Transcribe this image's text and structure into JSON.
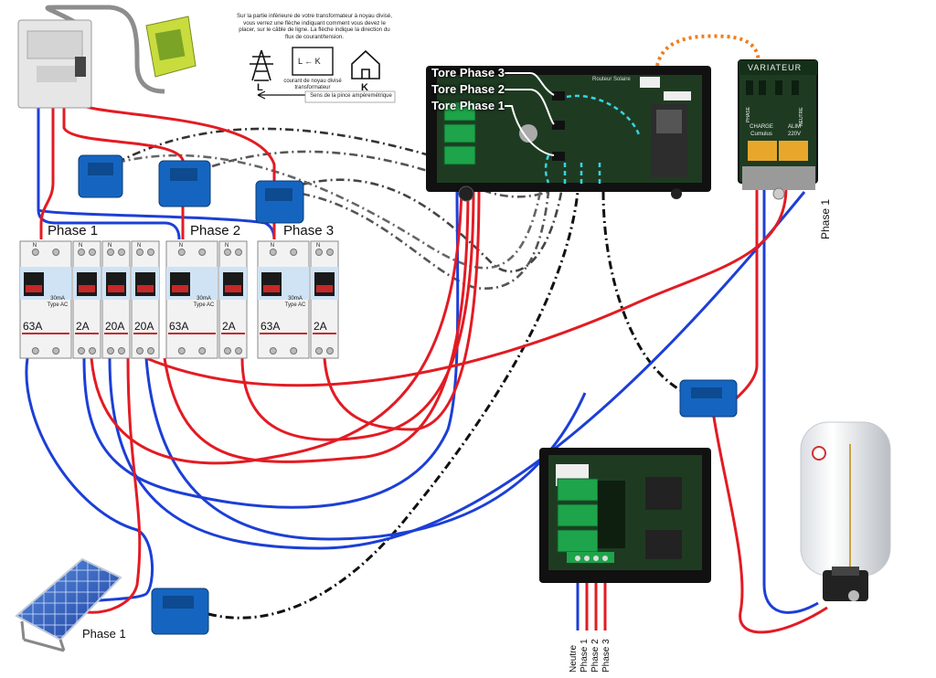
{
  "instructions": {
    "text": "Sur la partie inférieure de votre transformateur à noyau divisé, vous verrez une flèche indiquant comment vous devez le placer, sur le câble de ligne. La flèche indique la direction du flux de courant/tension.",
    "core_symbol": "L ← K",
    "core_caption": "courant de noyau divisé transformateur",
    "arrow_caption": "Sens de la pince ampèremétrique",
    "left_letter": "L",
    "right_letter": "K"
  },
  "phases": {
    "p1": "Phase 1",
    "p2": "Phase 2",
    "p3": "Phase 3",
    "solar": "Phase 1",
    "variator": "Phase 1"
  },
  "breakers": [
    {
      "rating": "63A",
      "sub": "30mA Type AC"
    },
    {
      "rating": "2A",
      "sub": ""
    },
    {
      "rating": "20A",
      "sub": ""
    },
    {
      "rating": "20A",
      "sub": ""
    },
    {
      "rating": "63A",
      "sub": "30mA Type AC"
    },
    {
      "rating": "2A",
      "sub": ""
    },
    {
      "rating": "63A",
      "sub": "30mA Type AC"
    },
    {
      "rating": "2A",
      "sub": ""
    }
  ],
  "terminal_marks": {
    "n": "N"
  },
  "router": {
    "tores": [
      "Tore Phase 3",
      "Tore Phase 2",
      "Tore Phase 1"
    ],
    "board_name": "Routeur Solaire"
  },
  "variator": {
    "title": "VARIATEUR",
    "charge_label": "CHARGE",
    "charge_sub": "Cumulus",
    "alim_label": "ALIM",
    "alim_sub": "220V",
    "phase_tag": "PHASE",
    "neutre_tag": "NEUTRE"
  },
  "terminal_block": {
    "labels": [
      "Neutre",
      "Phase 1",
      "Phase 2",
      "Phase 3"
    ]
  },
  "colors": {
    "phase_wire": "#e31b23",
    "neutral_wire": "#1c3fd6",
    "clamp": "#1565c0",
    "board": "#1e3b22",
    "case": "#111111",
    "data_cable": "#111111",
    "wifi_link": "#f07d1a",
    "tore_link": "#35d6e6"
  }
}
